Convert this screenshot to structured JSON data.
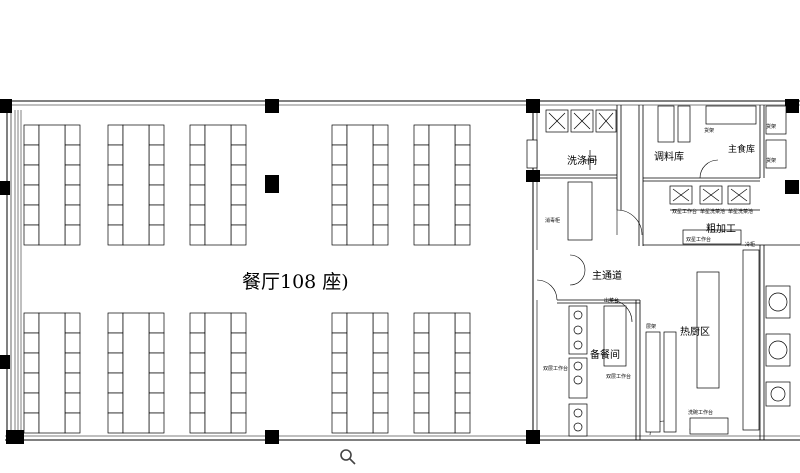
{
  "hall_label": "餐厅108 座)",
  "rooms": {
    "dishwash": "洗涤间",
    "seasoning": "调料库",
    "main_storage": "主食库",
    "rough_processing": "粗加工",
    "main_aisle": "主通道",
    "prep": "备餐间",
    "hot_kitchen": "热厨区"
  },
  "small_labels": {
    "disinfect": "消毒柜",
    "workbench_a": "双星工作台",
    "workbench_b": "双星工作台",
    "sink_a": "单星洗菜池",
    "sink_b": "单星洗菜池",
    "shelf_a": "货架",
    "shelf_b": "货架",
    "shelf_c": "货架",
    "workbench_c": "双层工作台",
    "workbench_d": "双层工作台",
    "wash_table": "洗碗工作台",
    "rack": "层架",
    "cabinet": "冷柜",
    "out_table": "出菜台"
  },
  "icons": {
    "zoom": "magnifier-icon"
  }
}
